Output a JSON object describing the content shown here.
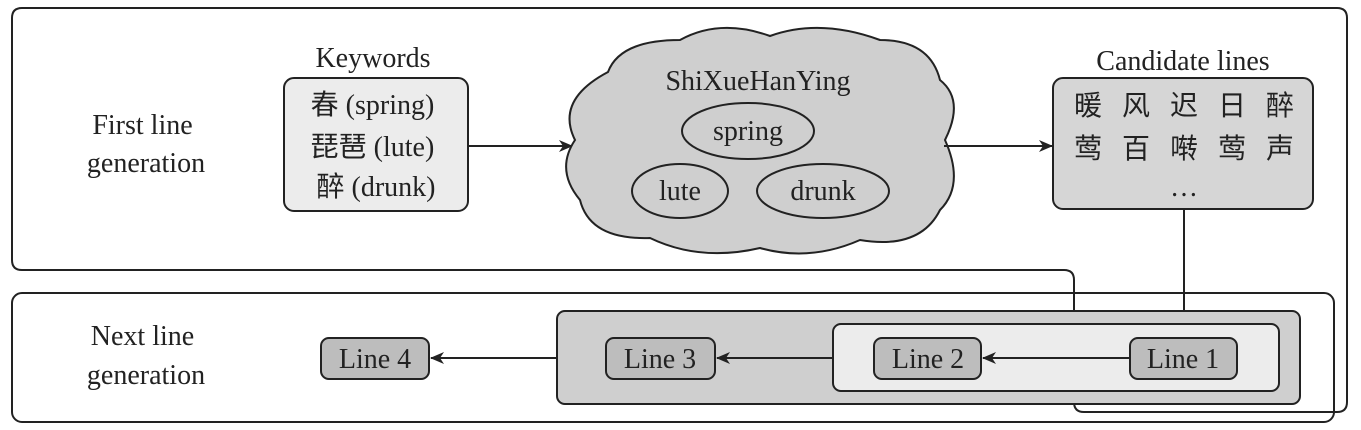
{
  "first_section": {
    "label_lines": [
      "First line",
      "generation"
    ]
  },
  "keywords": {
    "title": "Keywords",
    "items": [
      "春 (spring)",
      "琵琶 (lute)",
      "醉 (drunk)"
    ]
  },
  "cloud": {
    "title": "ShiXueHanYing",
    "bubbles": [
      "spring",
      "lute",
      "drunk"
    ]
  },
  "candidates": {
    "title": "Candidate lines",
    "row1": [
      "暖",
      "风",
      "迟",
      "日",
      "醉"
    ],
    "row2": [
      "莺",
      "百",
      "啭",
      "莺",
      "声"
    ],
    "ellipsis": "…"
  },
  "next_section": {
    "label_lines": [
      "Next line",
      "generation"
    ]
  },
  "lines": [
    "Line 1",
    "Line 2",
    "Line 3",
    "Line 4"
  ],
  "colors": {
    "stroke": "#222222",
    "box_light": "#ececec",
    "box_mid": "#d6d6d6",
    "box_dark": "#bdbdbd",
    "cloud": "#cfcfcf"
  }
}
